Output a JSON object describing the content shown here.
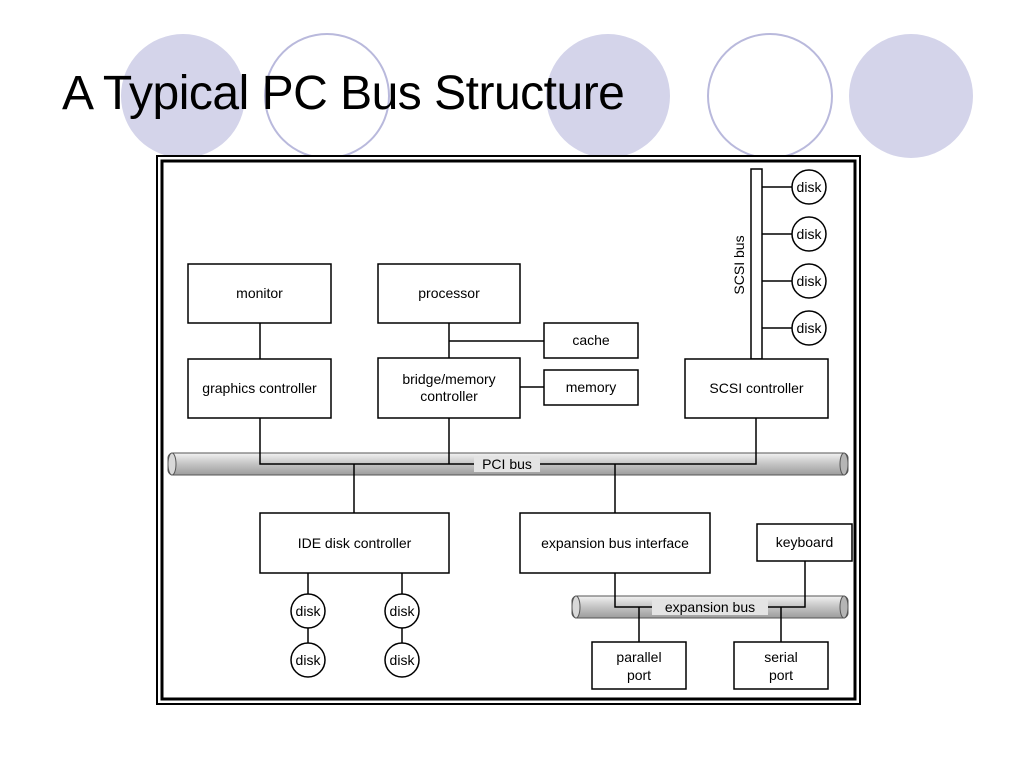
{
  "slide": {
    "title": "A Typical PC Bus Structure",
    "colors": {
      "circle_fill": "#d4d4ea",
      "circle_stroke": "#b9b9dc"
    }
  },
  "diagram": {
    "boxes": {
      "monitor": "monitor",
      "processor": "processor",
      "cache": "cache",
      "graphics_controller": "graphics controller",
      "bridge_line1": "bridge/memory",
      "bridge_line2": "controller",
      "memory": "memory",
      "scsi_controller": "SCSI controller",
      "ide_controller": "IDE disk controller",
      "expansion_interface": "expansion bus interface",
      "keyboard": "keyboard",
      "parallel_line1": "parallel",
      "parallel_line2": "port",
      "serial_line1": "serial",
      "serial_line2": "port"
    },
    "buses": {
      "pci": "PCI bus",
      "expansion": "expansion bus",
      "scsi": "SCSI bus"
    },
    "disk_label": "disk"
  }
}
